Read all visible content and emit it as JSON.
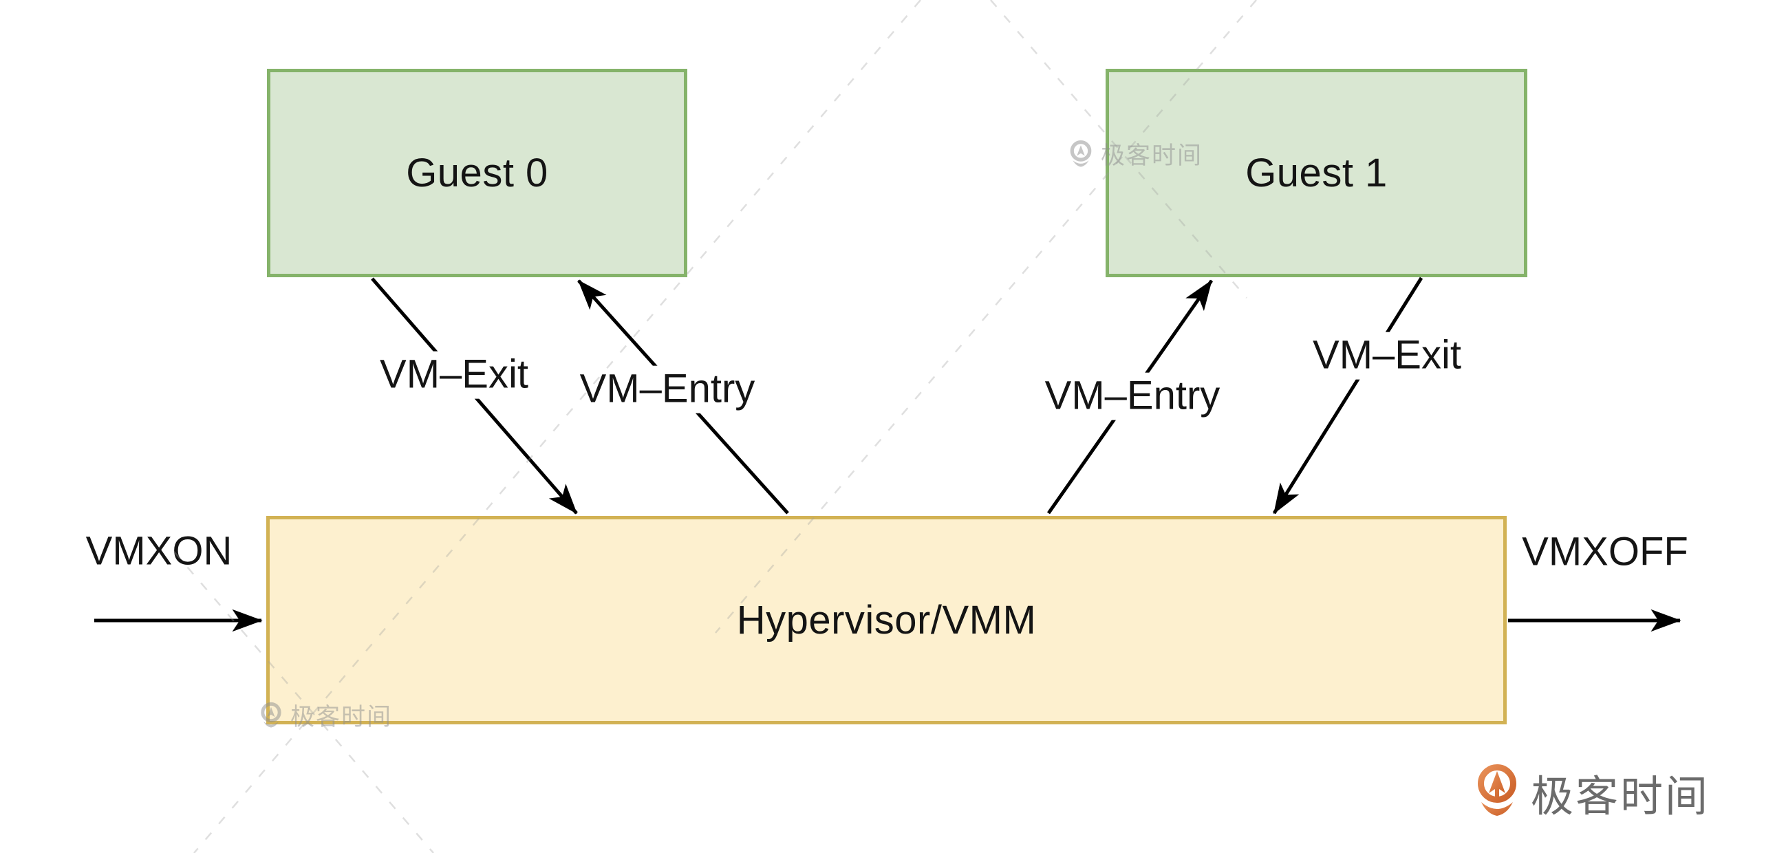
{
  "diagram": {
    "boxes": [
      {
        "id": "guest0",
        "label": "Guest 0"
      },
      {
        "id": "guest1",
        "label": "Guest 1"
      },
      {
        "id": "hypervisor",
        "label": "Hypervisor/VMM"
      }
    ],
    "edge_labels": {
      "vmxon": "VMXON",
      "vmxoff": "VMXOFF",
      "vm_exit_left": "VM–Exit",
      "vm_entry_left": "VM–Entry",
      "vm_entry_right": "VM–Entry",
      "vm_exit_right": "VM–Exit"
    }
  },
  "colors": {
    "guest-fill": "#d9e7d2",
    "guest-border": "#85b36a",
    "hv-fill": "#fdf0cf",
    "hv-border": "#d2b254",
    "arrow": "#000000",
    "watermark": "#8f8f8f",
    "logo-orange-light": "#e89058",
    "logo-orange-dark": "#cb5f27",
    "logo-text": "#6b6b6b"
  },
  "watermark": {
    "text": "极客时间"
  },
  "brand": {
    "name": "极客时间"
  }
}
